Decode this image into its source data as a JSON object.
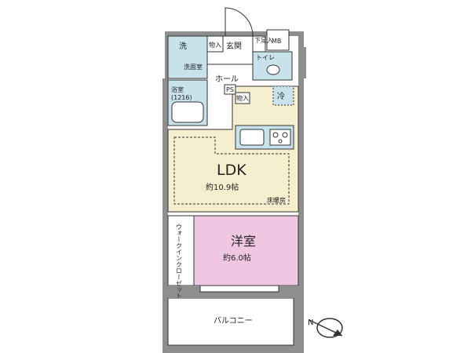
{
  "colors": {
    "wall": "#8e8e8e",
    "ldk_floor": "#f6efcf",
    "bedroom_floor": "#f0c7e3",
    "wet_area": "#c7e2ea",
    "outline": "#333333"
  },
  "rooms": {
    "ldk": {
      "name": "LDK",
      "size": "約10.9帖",
      "note": "床暖房"
    },
    "bedroom": {
      "name": "洋室",
      "size": "約6.0帖"
    },
    "walk_in_closet": {
      "label": "ウォークインクローゼット"
    },
    "balcony": {
      "name": "バルコニー"
    },
    "entrance": {
      "name": "玄関"
    },
    "hall": {
      "name": "ホール"
    },
    "washroom": {
      "name": "洗面室"
    },
    "bathroom": {
      "name": "浴室",
      "size": "(1216)"
    },
    "toilet": {
      "name": "トイレ"
    }
  },
  "labels": {
    "washer": "洗",
    "storage_1": "物入",
    "storage_2": "物入",
    "shoe_box": "下足入",
    "mb": "MB",
    "ps": "PS",
    "fridge": "冷"
  },
  "compass": {
    "label": "N",
    "icon": "north-arrow-icon"
  }
}
